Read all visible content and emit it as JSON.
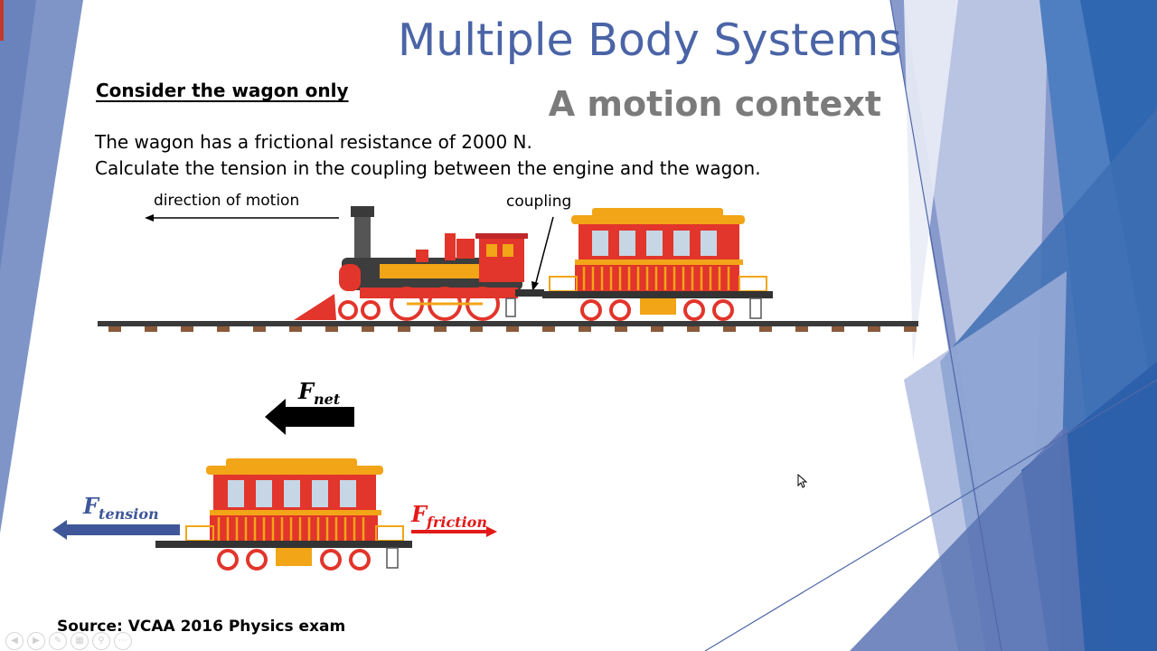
{
  "slide": {
    "title": "Multiple Body Systems",
    "subtitle": "A motion context",
    "heading": "Consider the wagon only",
    "question_line1": "The wagon has a frictional resistance of 2000 N.",
    "question_line2": "Calculate the tension in the coupling between the engine and the wagon.",
    "direction_label": "direction of motion",
    "coupling_label": "coupling",
    "forces": {
      "net": {
        "symbol": "F",
        "subscript": "net",
        "color": "#000000"
      },
      "tension": {
        "symbol": "F",
        "subscript": "tension",
        "color": "#3f5799"
      },
      "friction": {
        "symbol": "F",
        "subscript": "friction",
        "color": "#e31a1a"
      }
    },
    "source": "Source: VCAA 2016 Physics exam"
  },
  "colors": {
    "title": "#4a64a6",
    "subtitle": "#7b7b7b",
    "wagon_red": "#e2352b",
    "wagon_roof": "#f2a516",
    "accent_blue": "#3f5799"
  },
  "toolbar": {
    "buttons": [
      "prev-icon",
      "next-icon",
      "pen-icon",
      "slides-icon",
      "zoom-icon",
      "more-icon"
    ]
  }
}
